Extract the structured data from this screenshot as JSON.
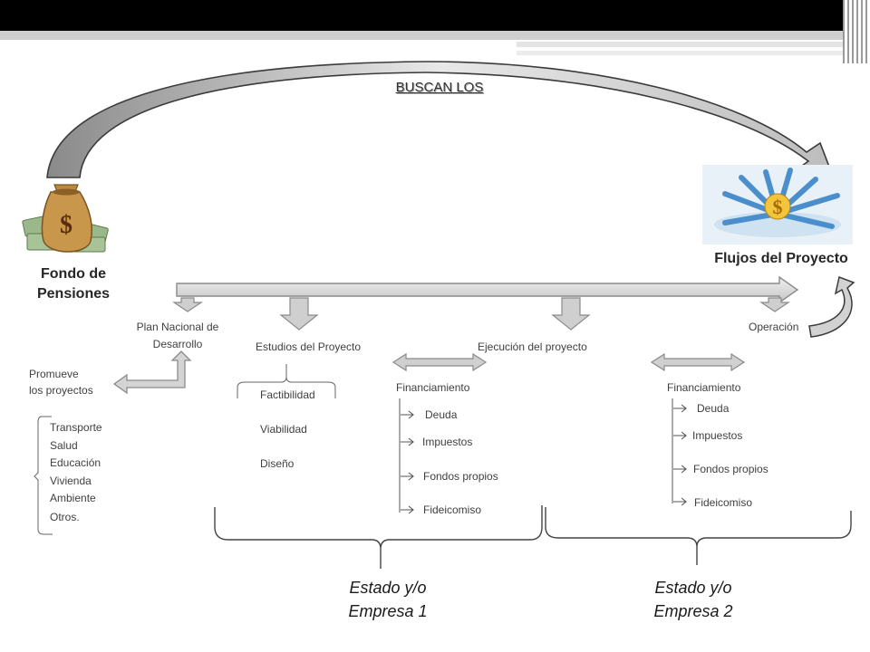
{
  "header_label": "BUSCAN LOS",
  "left_actor": {
    "line1": "Fondo de",
    "line2": "Pensiones",
    "icon": "money-bag-icon"
  },
  "right_actor": {
    "label": "Flujos del Proyecto",
    "icon": "dollar-burst-icon"
  },
  "stages": {
    "plan": {
      "line1": "Plan Nacional de",
      "line2": "Desarrollo"
    },
    "studies": "Estudios del Proyecto",
    "execution": "Ejecución del proyecto",
    "operation": "Operación"
  },
  "promotes": {
    "line1": "Promueve",
    "line2": "los proyectos"
  },
  "sectors": [
    "Transporte",
    "Salud",
    "Educación",
    "Vivienda",
    "Ambiente",
    "Otros."
  ],
  "study_items": [
    "Factibilidad",
    "Viabilidad",
    "Diseño"
  ],
  "financing_1": {
    "title": "Financiamiento",
    "items": [
      "Deuda",
      "Impuestos",
      "Fondos propios",
      "Fideicomiso"
    ]
  },
  "financing_2": {
    "title": "Financiamiento",
    "items": [
      "Deuda",
      "Impuestos",
      "Fondos propios",
      "Fideicomiso"
    ]
  },
  "groups": {
    "group1": {
      "line1": "Estado y/o",
      "line2": "Empresa 1"
    },
    "group2": {
      "line1": "Estado y/o",
      "line2": "Empresa 2"
    }
  }
}
